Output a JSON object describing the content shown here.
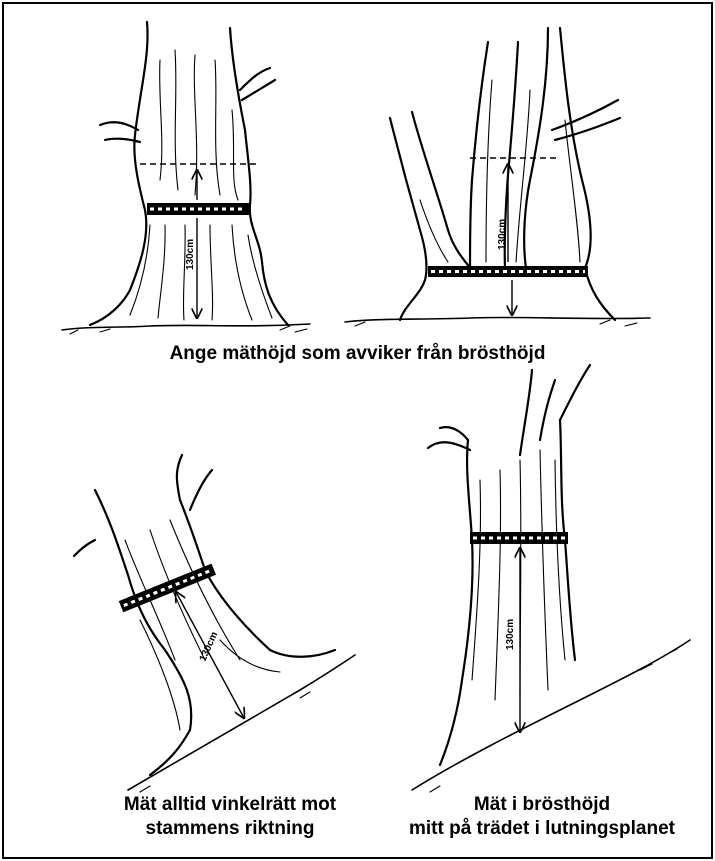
{
  "captions": {
    "top": "Ange mäthöjd som avviker från brösthöjd",
    "bottom_left_line1": "Mät alltid vinkelrätt mot",
    "bottom_left_line2": "stammens riktning",
    "bottom_right_line1": "Mät i brösthöjd",
    "bottom_right_line2": "mitt på trädet i lutningsplanet"
  },
  "measurements": {
    "top_left": "130cm",
    "top_right": "130cm",
    "bottom_left": "130cm",
    "bottom_right": "130cm"
  }
}
